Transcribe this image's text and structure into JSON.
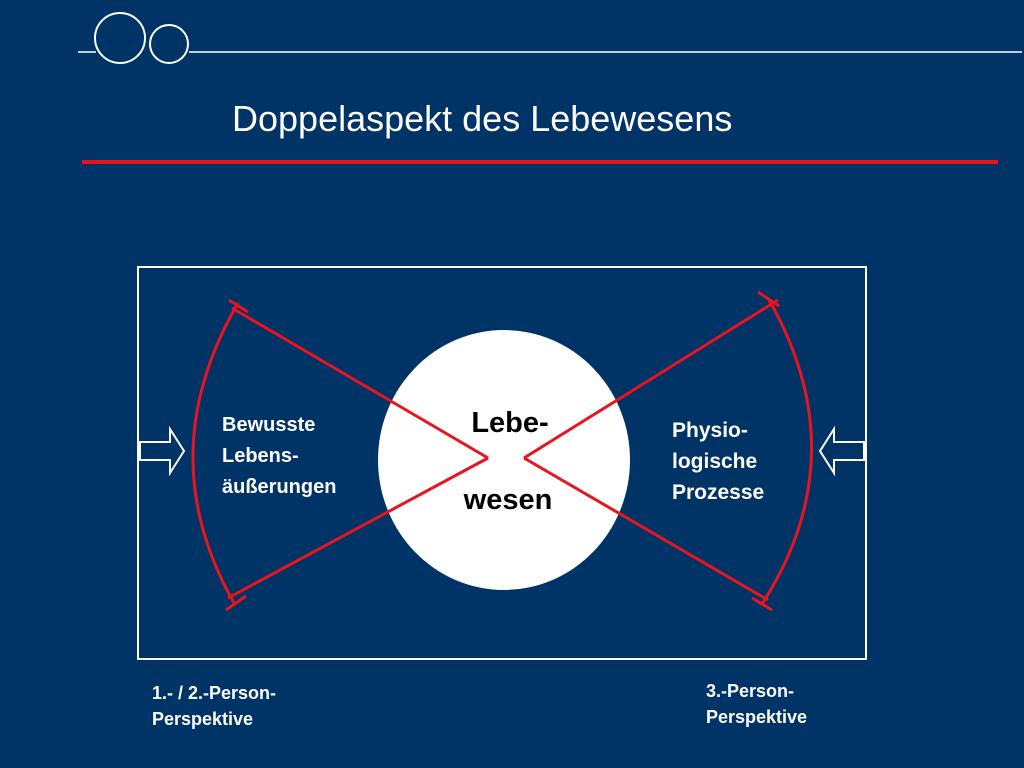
{
  "title": "Doppelaspekt des Lebewesens",
  "colors": {
    "background": "#003366",
    "accent_line": "#e8141e",
    "diagram_lines": "#e8141e",
    "foreground": "#ffffff"
  },
  "diagram": {
    "center": {
      "line1": "Lebe-",
      "line2": "wesen"
    },
    "left_label": {
      "line1": "Bewusste",
      "line2": "Lebens-",
      "line3": "äußerungen"
    },
    "right_label": {
      "line1": "Physio-",
      "line2": "logische",
      "line3": "Prozesse"
    },
    "left_perspective": {
      "line1": "1.- / 2.-Person-",
      "line2": "Perspektive"
    },
    "right_perspective": {
      "line1": "3.-Person-",
      "line2": "Perspektive"
    },
    "left_arrow_icon": "right-arrow-icon",
    "right_arrow_icon": "left-arrow-icon"
  }
}
